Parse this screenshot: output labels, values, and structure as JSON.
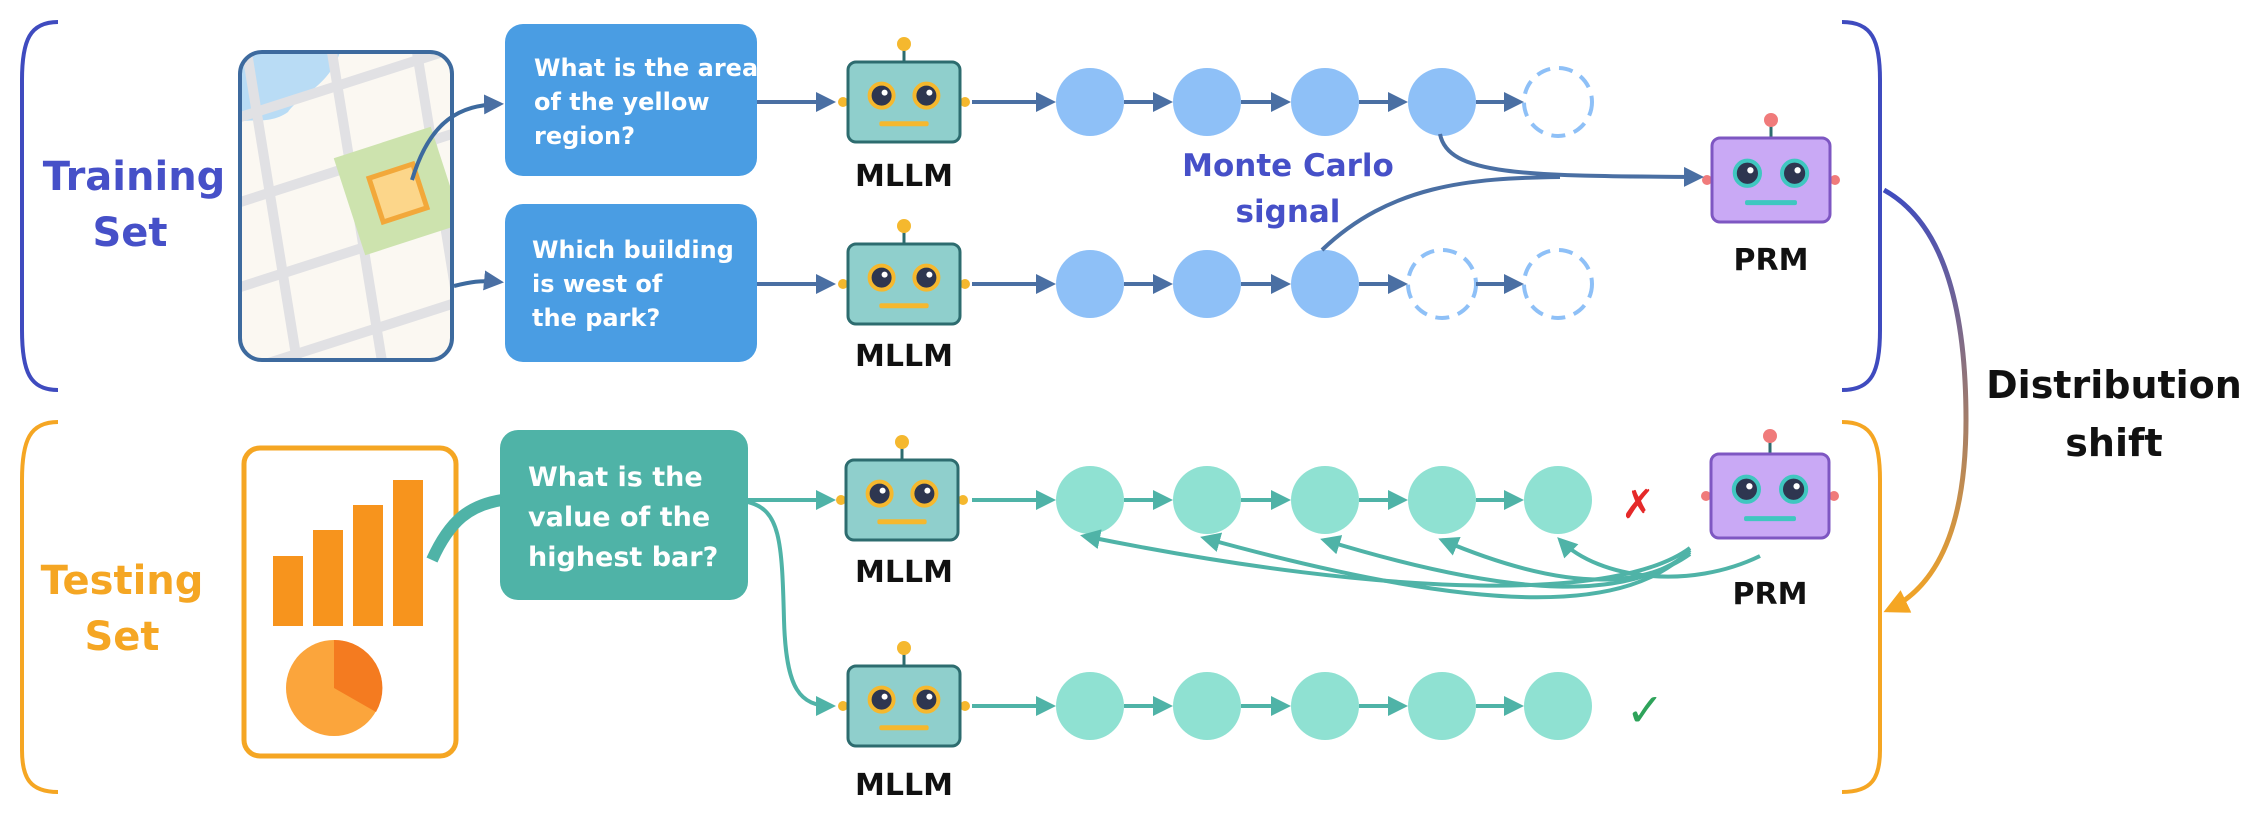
{
  "training": {
    "label_line1": "Training",
    "label_line2": "Set",
    "questions": [
      {
        "lines": [
          "What is the area",
          "of the yellow",
          "region?"
        ]
      },
      {
        "lines": [
          "Which building",
          "is west of",
          "the park?"
        ]
      }
    ],
    "mllm_labels": [
      "MLLM",
      "MLLM"
    ],
    "signal_line1": "Monte Carlo",
    "signal_line2": "signal",
    "prm_label": "PRM",
    "row1_steps": [
      "solid",
      "solid",
      "solid",
      "solid",
      "dashed"
    ],
    "row2_steps": [
      "solid",
      "solid",
      "solid",
      "dashed",
      "dashed"
    ]
  },
  "testing": {
    "label_line1": "Testing",
    "label_line2": "Set",
    "question": {
      "lines": [
        "What is the",
        "value of the",
        "highest bar?"
      ]
    },
    "mllm_labels": [
      "MLLM",
      "MLLM"
    ],
    "prm_label": "PRM",
    "wrong_mark": "✗",
    "right_mark": "✓",
    "steps_per_row": 5
  },
  "shift": {
    "label_line1": "Distribution",
    "label_line2": "shift"
  },
  "colors": {
    "training_bracket": "#3f4bbf",
    "testing_bracket": "#f5a623",
    "training_text": "#4650c8",
    "testing_text": "#f5a623",
    "signal_text": "#4650c8",
    "question_box_blue": "#4a9de3",
    "question_box_teal": "#4fb3a7",
    "training_node": "#8ec0f7",
    "testing_node": "#8fe1d2",
    "training_arrow": "#4a6fa3",
    "testing_arrow": "#4fb3a7",
    "mllm_body": "#8fcfcc",
    "prm_body": "#c9a9f5",
    "wrong": "#e52929",
    "right": "#2ea35a"
  }
}
